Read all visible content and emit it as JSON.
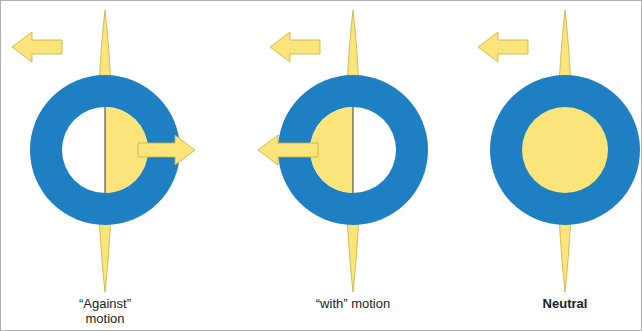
{
  "diagram": {
    "labels": [
      "“Against” motion",
      "“with” motion",
      "Neutral"
    ]
  }
}
